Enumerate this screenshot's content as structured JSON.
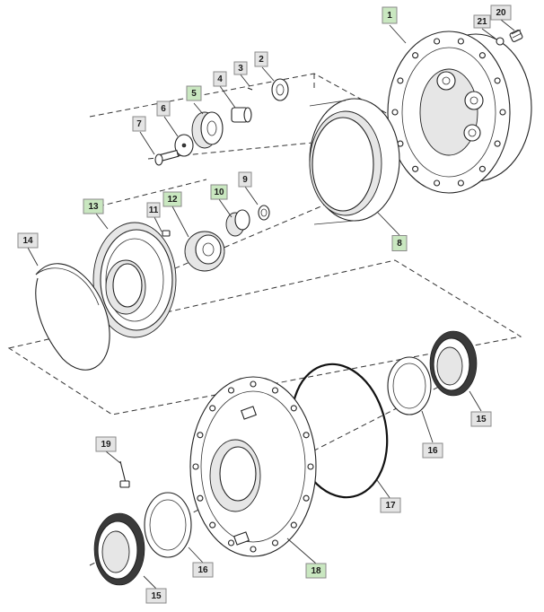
{
  "diagram": {
    "callouts": [
      {
        "id": "c1",
        "label": "1",
        "highlight": true
      },
      {
        "id": "c2",
        "label": "2",
        "highlight": false
      },
      {
        "id": "c3",
        "label": "3",
        "highlight": false
      },
      {
        "id": "c4",
        "label": "4",
        "highlight": false
      },
      {
        "id": "c5",
        "label": "5",
        "highlight": true
      },
      {
        "id": "c6",
        "label": "6",
        "highlight": false
      },
      {
        "id": "c7",
        "label": "7",
        "highlight": false
      },
      {
        "id": "c8",
        "label": "8",
        "highlight": true
      },
      {
        "id": "c9",
        "label": "9",
        "highlight": false
      },
      {
        "id": "c10",
        "label": "10",
        "highlight": true
      },
      {
        "id": "c11",
        "label": "11",
        "highlight": false
      },
      {
        "id": "c12",
        "label": "12",
        "highlight": true
      },
      {
        "id": "c13",
        "label": "13",
        "highlight": true
      },
      {
        "id": "c14",
        "label": "14",
        "highlight": false
      },
      {
        "id": "c15a",
        "label": "15",
        "highlight": false
      },
      {
        "id": "c15b",
        "label": "15",
        "highlight": false
      },
      {
        "id": "c16a",
        "label": "16",
        "highlight": false
      },
      {
        "id": "c16b",
        "label": "16",
        "highlight": false
      },
      {
        "id": "c17",
        "label": "17",
        "highlight": false
      },
      {
        "id": "c18",
        "label": "18",
        "highlight": true
      },
      {
        "id": "c19",
        "label": "19",
        "highlight": false
      },
      {
        "id": "c20",
        "label": "20",
        "highlight": false
      },
      {
        "id": "c21",
        "label": "21",
        "highlight": false
      }
    ],
    "colors": {
      "highlight_fill": "#c9e7c0",
      "highlight_stroke": "#5aa05a",
      "normal_fill": "#e4e4e4",
      "normal_stroke": "#8a8a8a"
    }
  }
}
